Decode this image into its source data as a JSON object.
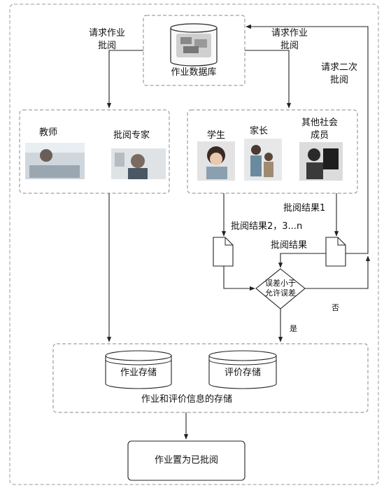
{
  "database": {
    "title": "作业数据库"
  },
  "arrows": {
    "request_left_1": "请求作业",
    "request_left_2": "批阅",
    "request_right_1": "请求作业",
    "request_right_2": "批阅",
    "second_review_1": "请求二次",
    "second_review_2": "批阅"
  },
  "left_group": {
    "teacher": "教师",
    "expert": "批阅专家"
  },
  "right_group": {
    "student": "学生",
    "parent": "家长",
    "other_1": "其他社会",
    "other_2": "成员"
  },
  "results": {
    "result_1": "批阅结果1",
    "result_2n": "批阅结果2，3...n",
    "result": "批阅结果"
  },
  "decision": {
    "line_1": "误差小于",
    "line_2": "允许误差",
    "no": "否",
    "yes": "是"
  },
  "storage": {
    "homework": "作业存储",
    "evaluation": "评价存储",
    "caption": "作业和评价信息的存储"
  },
  "final": {
    "label": "作业置为已批阅"
  }
}
